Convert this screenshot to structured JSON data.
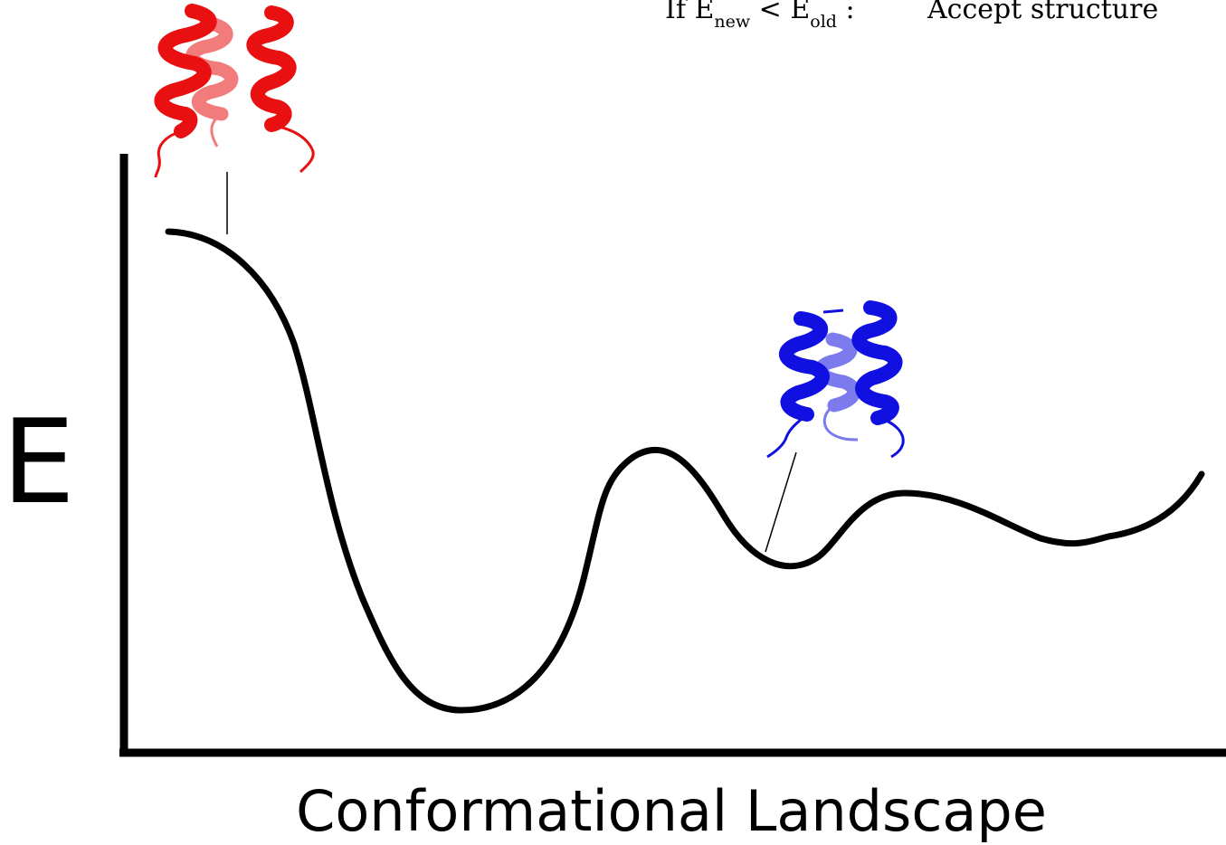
{
  "rule": {
    "prefix": "If E",
    "new_sub": "new",
    "less_than": " < E",
    "old_sub": "old",
    "colon": " :",
    "action": "Accept structure"
  },
  "axes": {
    "y_label": "E",
    "x_label": "Conformational Landscape"
  },
  "colors": {
    "curve": "#000000",
    "start_structure": "#e81010",
    "new_structure": "#1010e0"
  },
  "structures": [
    {
      "name": "start-structure",
      "color_key": "start_structure"
    },
    {
      "name": "accepted-structure",
      "color_key": "new_structure"
    }
  ]
}
